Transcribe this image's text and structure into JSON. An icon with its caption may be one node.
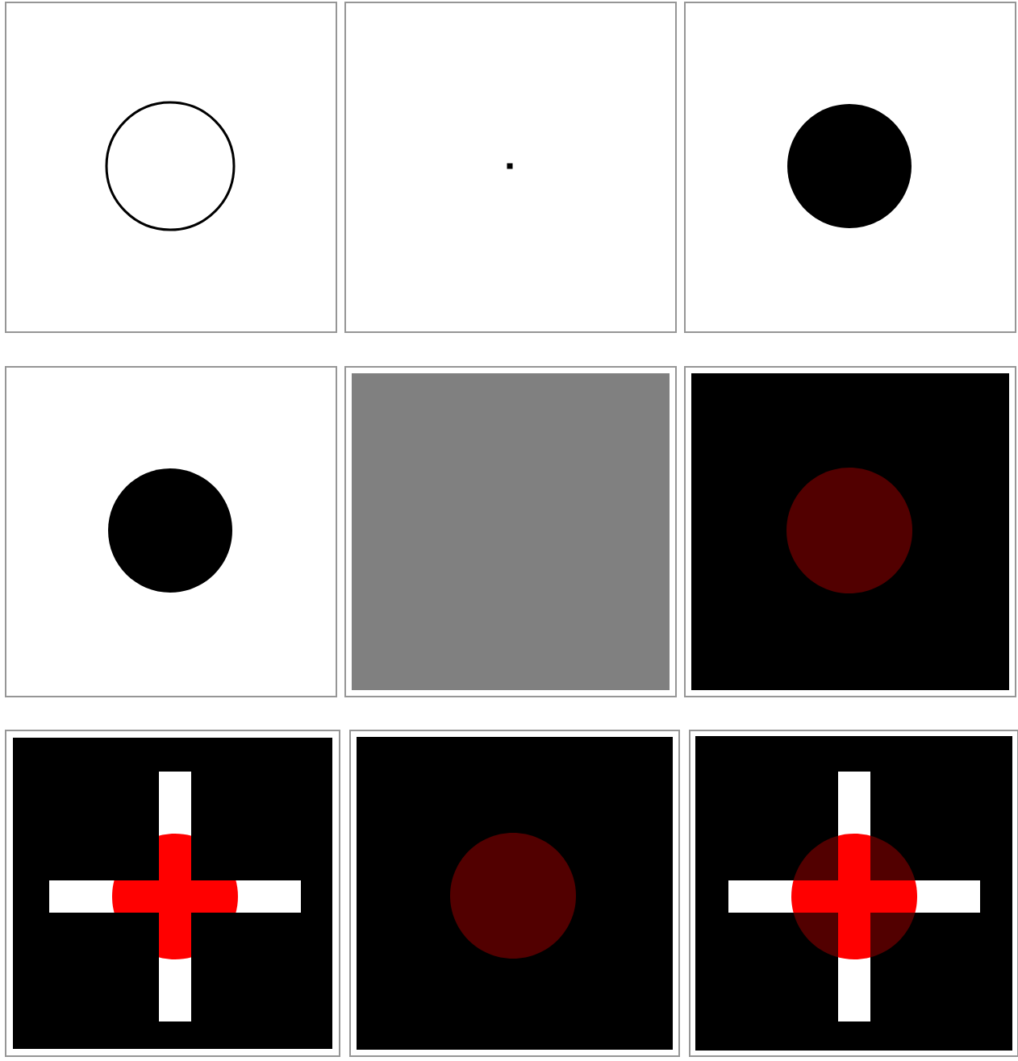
{
  "diagram": {
    "nodes": [
      {
        "text": [],
        "shape": "box"
      },
      {
        "text": [],
        "shape": "box"
      },
      {
        "text": [],
        "shape": "box"
      },
      {
        "text": [],
        "shape": "box"
      },
      {
        "text": [],
        "shape": "box"
      },
      {
        "text": [],
        "shape": "box"
      },
      {
        "text": [],
        "shape": "box"
      },
      {
        "text": [],
        "shape": "box"
      },
      {
        "text": [],
        "shape": "box"
      },
      {
        "text": [],
        "shape": "circle",
        "in": 0
      },
      {
        "text": [],
        "shape": "dot",
        "in": 1
      },
      {
        "text": [],
        "shape": "circle",
        "in": 2
      },
      {
        "text": [],
        "shape": "circle",
        "in": 3
      },
      {
        "text": [],
        "shape": "circle",
        "in": 5
      },
      {
        "text": [],
        "shape": "cross",
        "in": 6
      },
      {
        "text": [],
        "shape": "circle",
        "in": 7
      },
      {
        "text": [],
        "shape": "circle",
        "in": 17
      },
      {
        "text": [],
        "shape": "cross",
        "in": 8
      }
    ]
  }
}
